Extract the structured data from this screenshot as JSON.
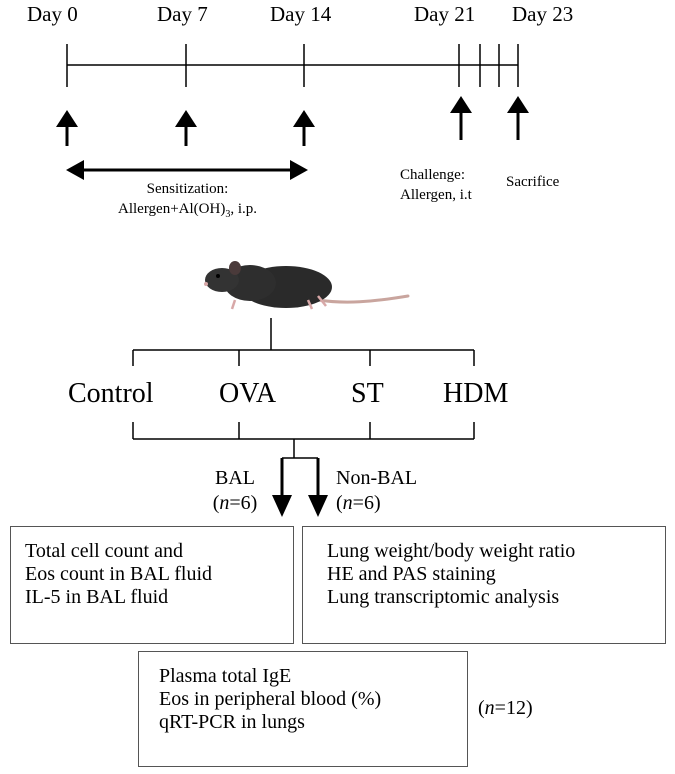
{
  "timeline": {
    "days": [
      "Day 0",
      "Day 7",
      "Day 14",
      "Day 21",
      "Day 23"
    ]
  },
  "sensitization": {
    "line1": "Sensitization:",
    "line2_prefix": "Allergen+Al(OH)",
    "line2_sub": "3",
    "line2_suffix": ", i.p."
  },
  "challenge": {
    "line1": "Challenge:",
    "line2": "Allergen, i.t"
  },
  "sacrifice": "Sacrifice",
  "groups": [
    "Control",
    "OVA",
    "ST",
    "HDM"
  ],
  "split": {
    "bal": {
      "label": "BAL",
      "n_prefix": "(",
      "n_var": "n",
      "n_value": "=6)"
    },
    "non_bal": {
      "label": "Non-BAL",
      "n_prefix": "(",
      "n_var": "n",
      "n_value": "=6)"
    }
  },
  "bal_box": [
    "Total cell count and",
    "Eos count in BAL fluid",
    "IL-5 in BAL fluid"
  ],
  "non_bal_box": [
    "Lung weight/body weight ratio",
    "HE and PAS staining",
    "Lung transcriptomic analysis"
  ],
  "plasma_box": [
    "Plasma total IgE",
    "Eos in peripheral blood (%)",
    "qRT-PCR in lungs"
  ],
  "total_n": {
    "prefix": "(",
    "var": "n",
    "value": "=12)"
  }
}
